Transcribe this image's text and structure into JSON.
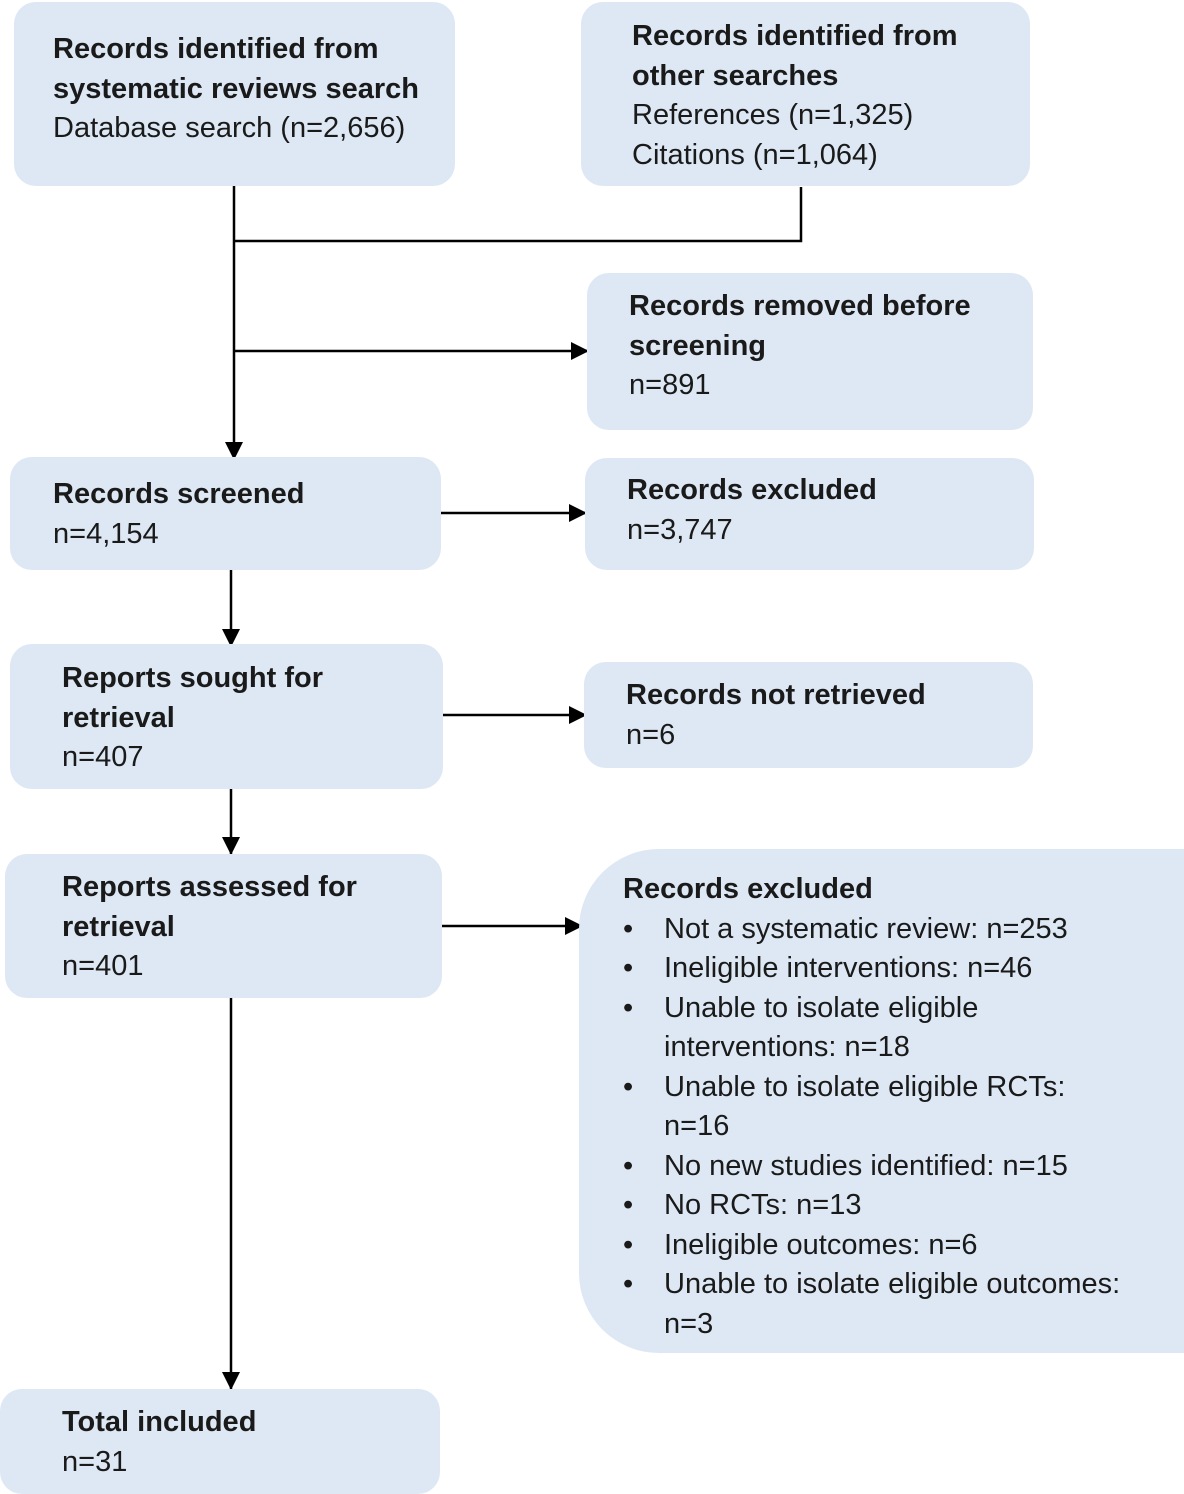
{
  "boxes": {
    "systematic": {
      "title": "Records identified from systematic reviews search",
      "lines": [
        "Database search (n=2,656)"
      ]
    },
    "other": {
      "title": "Records identified from other searches",
      "lines": [
        "References (n=1,325)",
        "Citations (n=1,064)"
      ]
    },
    "removed": {
      "title": "Records removed before screening",
      "lines": [
        "n=891"
      ]
    },
    "screened": {
      "title": "Records screened",
      "lines": [
        "n=4,154"
      ]
    },
    "excluded_screen": {
      "title": "Records excluded",
      "lines": [
        "n=3,747"
      ]
    },
    "sought": {
      "title": "Reports sought for retrieval",
      "lines": [
        "n=407"
      ]
    },
    "not_retrieved": {
      "title": "Records not retrieved",
      "lines": [
        "n=6"
      ]
    },
    "assessed": {
      "title": "Reports assessed for retrieval",
      "lines": [
        "n=401"
      ]
    },
    "excluded_assess": {
      "title": "Records excluded",
      "items": [
        "Not a systematic review: n=253",
        "Ineligible interventions: n=46",
        "Unable to isolate eligible interventions: n=18",
        "Unable to isolate eligible RCTs: n=16",
        "No new studies identified: n=15",
        "No RCTs: n=13",
        "Ineligible outcomes: n=6",
        "Unable to isolate eligible outcomes: n=3"
      ]
    },
    "included": {
      "title": "Total included",
      "lines": [
        "n=31"
      ]
    }
  },
  "colors": {
    "box_fill": "#dde8f4",
    "line": "#000000",
    "text": "#1a1a1a"
  }
}
